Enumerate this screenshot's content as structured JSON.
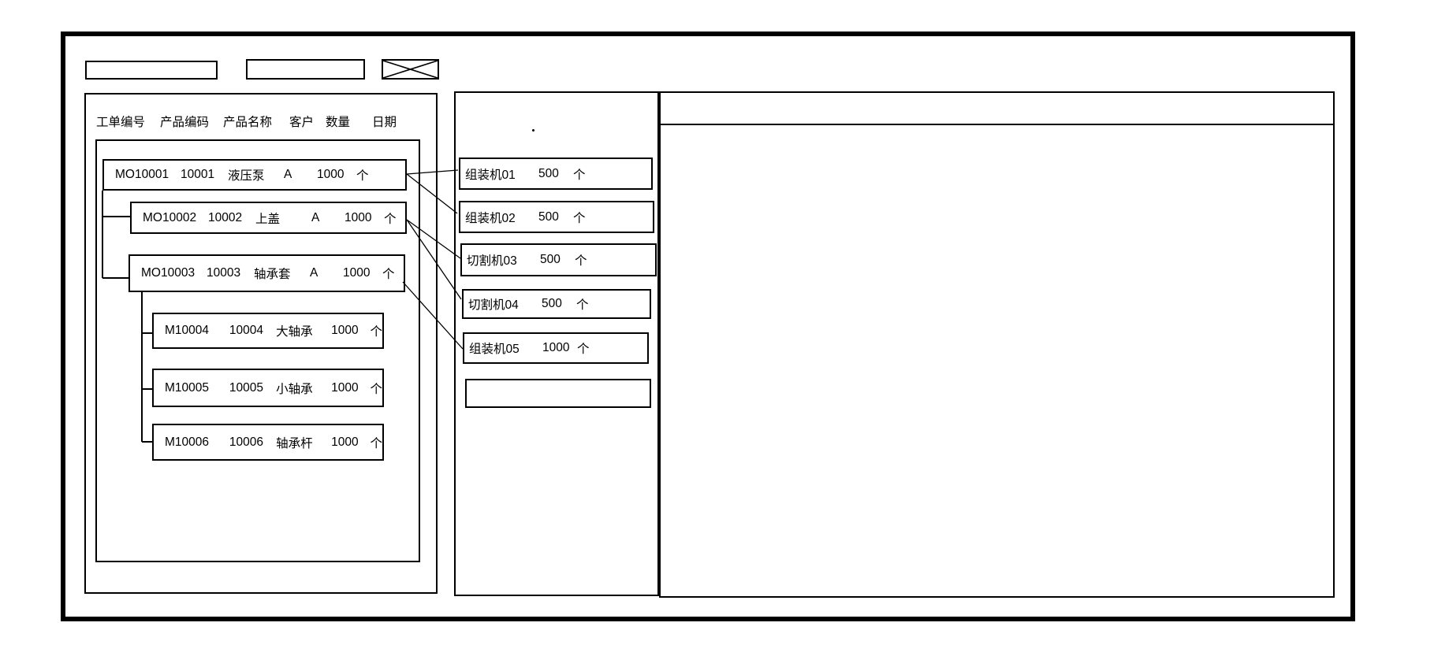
{
  "colors": {
    "stroke": "#000000",
    "background": "#ffffff"
  },
  "toolbar": {
    "input1": {
      "value": ""
    },
    "input2": {
      "value": ""
    },
    "image_placeholder_icon": "x-crossed-box"
  },
  "work_orders_panel": {
    "columns": [
      "工单编号",
      "产品编码",
      "产品名称",
      "客户",
      "数量",
      "日期"
    ],
    "orders": [
      {
        "wo": "MO10001",
        "code": "10001",
        "name": "液压泵",
        "customer": "A",
        "qty": "1000",
        "unit": "个",
        "parent": ""
      },
      {
        "wo": "MO10002",
        "code": "10002",
        "name": "上盖",
        "customer": "A",
        "qty": "1000",
        "unit": "个",
        "parent": "MO10001"
      },
      {
        "wo": "MO10003",
        "code": "10003",
        "name": "轴承套",
        "customer": "A",
        "qty": "1000",
        "unit": "个",
        "parent": "MO10001"
      },
      {
        "wo": "M10004",
        "code": "10004",
        "name": "大轴承",
        "customer": "",
        "qty": "1000",
        "unit": "个",
        "parent": "MO10003"
      },
      {
        "wo": "M10005",
        "code": "10005",
        "name": "小轴承",
        "customer": "",
        "qty": "1000",
        "unit": "个",
        "parent": "MO10003"
      },
      {
        "wo": "M10006",
        "code": "10006",
        "name": "轴承杆",
        "customer": "",
        "qty": "1000",
        "unit": "个",
        "parent": "MO10003"
      }
    ]
  },
  "machines_panel": {
    "dot": ".",
    "machines": [
      {
        "name": "组装机01",
        "qty": "500",
        "unit": "个"
      },
      {
        "name": "组装机02",
        "qty": "500",
        "unit": "个"
      },
      {
        "name": "切割机03",
        "qty": "500",
        "unit": "个"
      },
      {
        "name": "切割机04",
        "qty": "500",
        "unit": "个"
      },
      {
        "name": "组装机05",
        "qty": "1000",
        "unit": "个"
      },
      {
        "name": "",
        "qty": "",
        "unit": ""
      }
    ]
  },
  "assignments": [
    {
      "from": "MO10001",
      "to": "组装机01"
    },
    {
      "from": "MO10001",
      "to": "组装机02"
    },
    {
      "from": "MO10002",
      "to": "切割机03"
    },
    {
      "from": "MO10002",
      "to": "切割机04"
    },
    {
      "from": "MO10003",
      "to": "组装机05"
    }
  ]
}
